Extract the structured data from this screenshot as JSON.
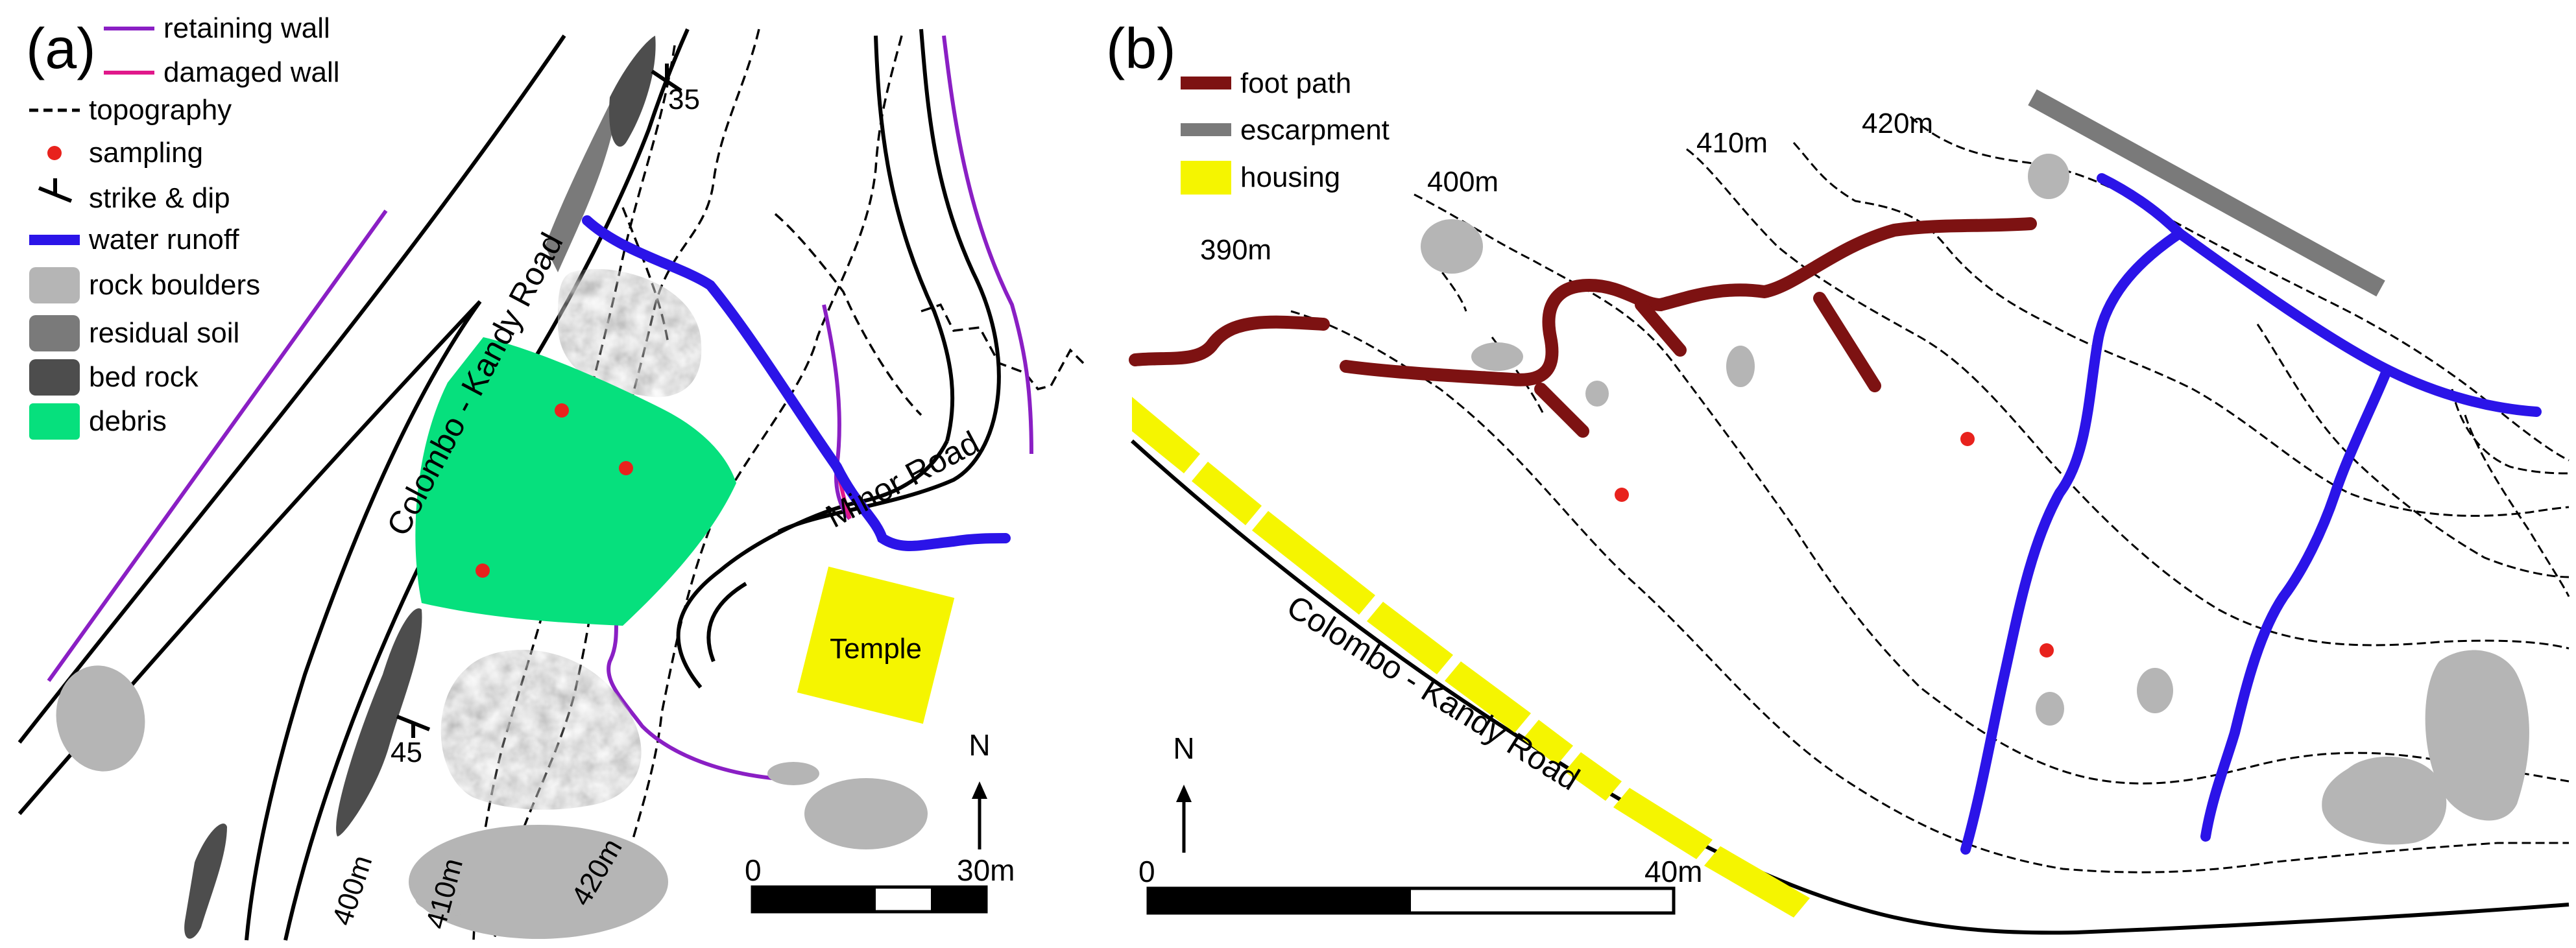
{
  "panels": [
    {
      "letter": "(a)",
      "legend": [
        {
          "key": "retaining_wall",
          "label": "retaining wall",
          "color": "#8a1fc4"
        },
        {
          "key": "damaged_wall",
          "label": "damaged wall",
          "color": "#e0188a"
        },
        {
          "key": "topography",
          "label": "topography",
          "color": "#000000"
        },
        {
          "key": "sampling",
          "label": "sampling",
          "color": "#e8221d"
        },
        {
          "key": "strike_dip",
          "label": "strike & dip",
          "color": "#000000"
        },
        {
          "key": "water_runoff",
          "label": "water runoff",
          "color": "#2b14e8"
        },
        {
          "key": "rock_boulders",
          "label": "rock boulders",
          "color": "#b5b5b5"
        },
        {
          "key": "residual_soil",
          "label": "residual soil",
          "color": "#7a7a7a"
        },
        {
          "key": "bed_rock",
          "label": "bed rock",
          "color": "#4d4d4d"
        },
        {
          "key": "debris",
          "label": "debris",
          "color": "#06e07d"
        }
      ],
      "labels": {
        "main_road": "Colombo - Kandy Road",
        "minor_road": "Minor Road",
        "temple": "Temple",
        "dip_upper": "35",
        "dip_lower": "45",
        "contour_400": "400m",
        "contour_410": "410m",
        "contour_420": "420m"
      },
      "north": "N",
      "scale": {
        "start": "0",
        "end": "30m"
      }
    },
    {
      "letter": "(b)",
      "legend": [
        {
          "key": "foot_path",
          "label": "foot path",
          "color": "#7d1212"
        },
        {
          "key": "escarpment",
          "label": "escarpment",
          "color": "#7a7a7a"
        },
        {
          "key": "housing",
          "label": "housing",
          "color": "#f5f500"
        }
      ],
      "labels": {
        "main_road": "Colombo - Kandy Road",
        "contour_390": "390m",
        "contour_400": "400m",
        "contour_410": "410m",
        "contour_420": "420m"
      },
      "north": "N",
      "scale": {
        "start": "0",
        "end": "40m"
      }
    }
  ]
}
